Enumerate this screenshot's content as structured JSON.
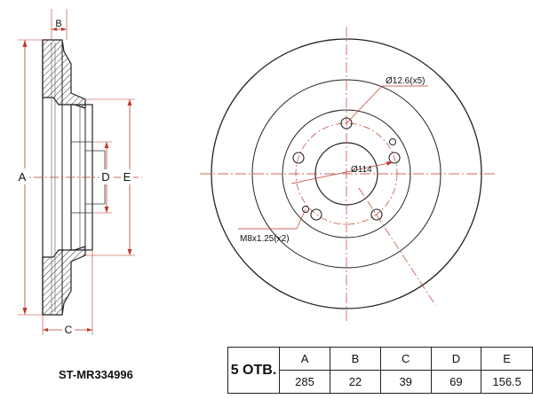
{
  "side_view": {
    "dim_labels": {
      "a": "A",
      "b": "B",
      "c": "C",
      "d": "D",
      "e": "E"
    }
  },
  "front_view": {
    "bolt_hole_label": "Ø12.6(x5)",
    "pcd_label": "Ø114",
    "thread_label": "M8x1.25(x2)"
  },
  "part_number": "ST-MR334996",
  "specs": {
    "holes_label": "5 ОТВ.",
    "headers": [
      "A",
      "B",
      "C",
      "D",
      "E"
    ],
    "values": [
      "285",
      "22",
      "39",
      "69",
      "156.5"
    ]
  },
  "colors": {
    "line": "#222222",
    "center_line": "#c0392b",
    "dimension": "#c0392b"
  }
}
